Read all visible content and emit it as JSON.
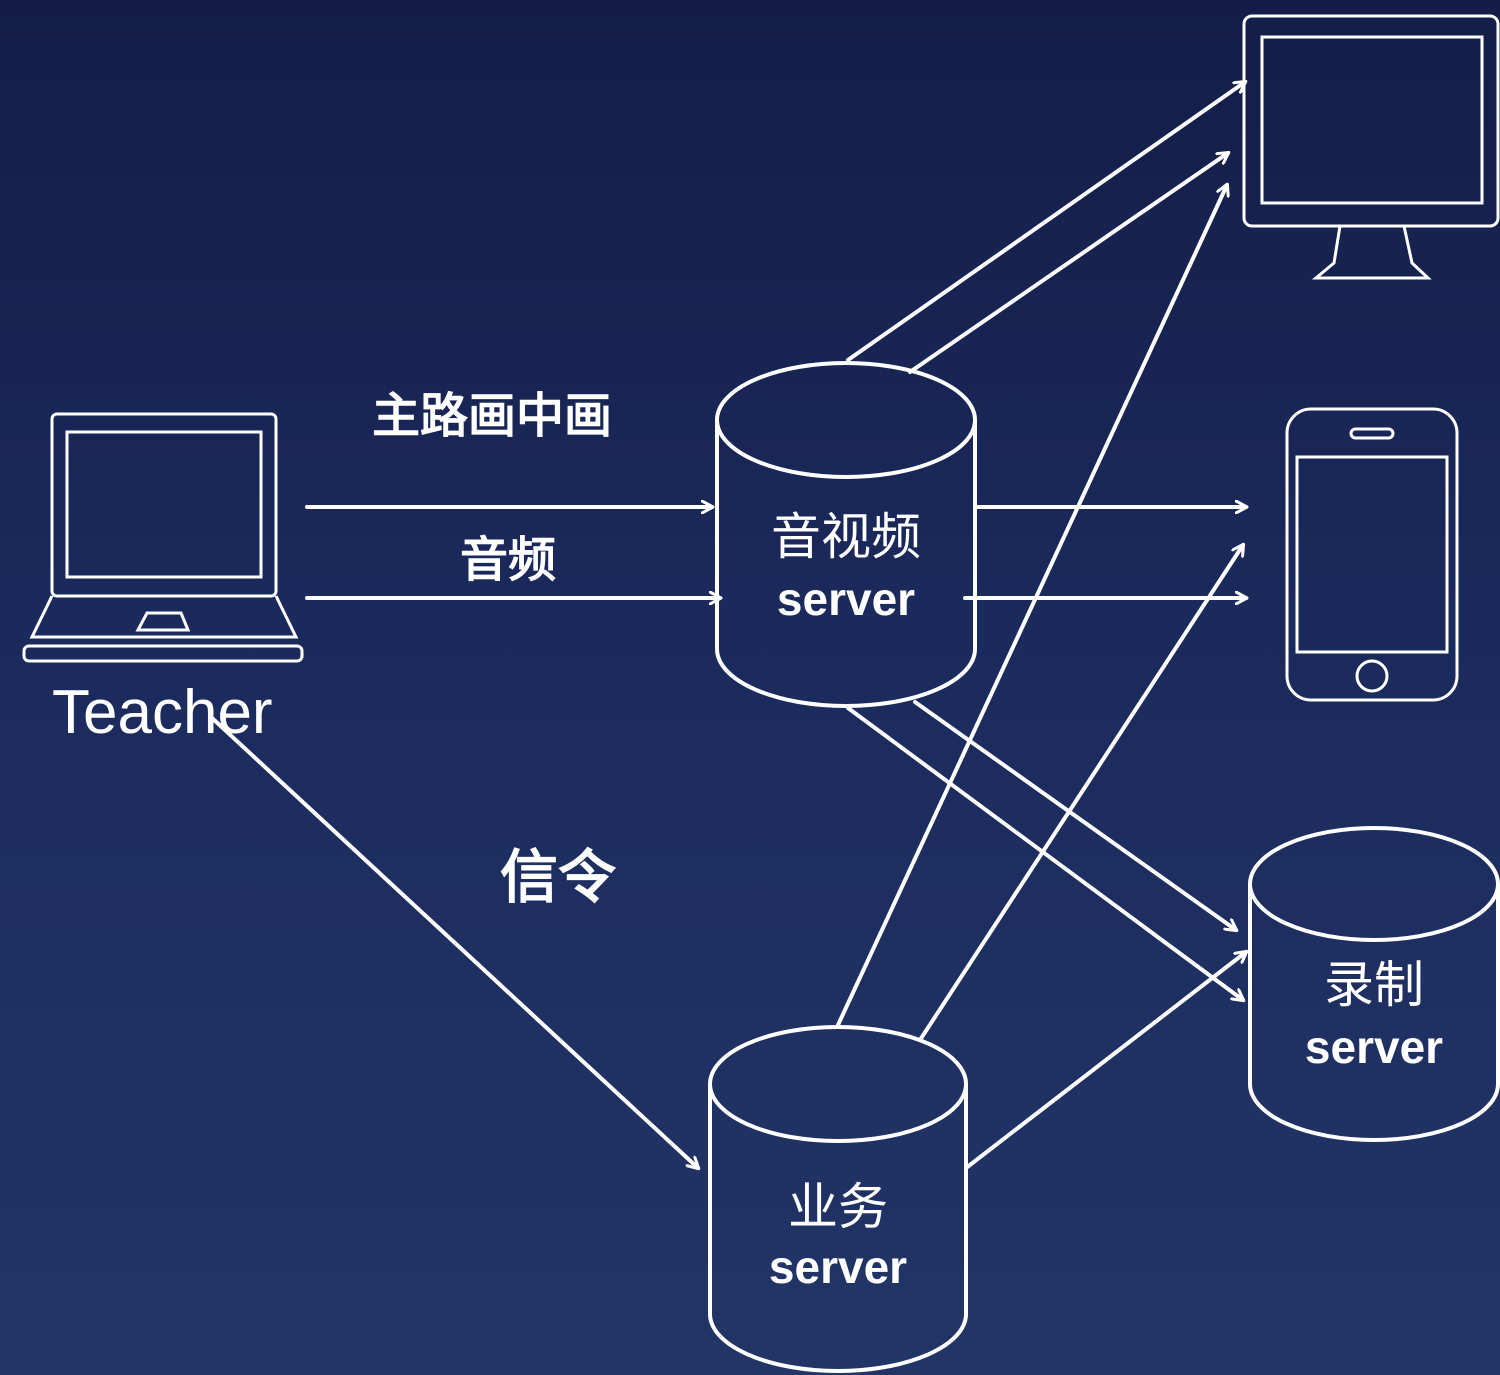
{
  "diagram": {
    "nodes": {
      "teacher": {
        "label": "Teacher"
      },
      "av_server": {
        "name": "音视频",
        "sub": "server"
      },
      "biz_server": {
        "name": "业务",
        "sub": "server"
      },
      "record_server": {
        "name": "录制",
        "sub": "server"
      },
      "desktop_client": {},
      "phone_client": {}
    },
    "edge_labels": {
      "main_pip": "主路画中画",
      "audio": "音频",
      "signaling": "信令"
    },
    "edges": [
      {
        "from": "teacher",
        "to": "av_server",
        "label": "main_pip"
      },
      {
        "from": "teacher",
        "to": "av_server",
        "label": "audio"
      },
      {
        "from": "teacher",
        "to": "biz_server",
        "label": "signaling"
      },
      {
        "from": "av_server",
        "to": "desktop_client"
      },
      {
        "from": "av_server",
        "to": "desktop_client"
      },
      {
        "from": "av_server",
        "to": "phone_client"
      },
      {
        "from": "av_server",
        "to": "phone_client"
      },
      {
        "from": "av_server",
        "to": "record_server"
      },
      {
        "from": "av_server",
        "to": "record_server"
      },
      {
        "from": "biz_server",
        "to": "desktop_client"
      },
      {
        "from": "biz_server",
        "to": "phone_client"
      },
      {
        "from": "biz_server",
        "to": "record_server"
      }
    ],
    "colors": {
      "background_top": "#131d48",
      "background_bottom": "#223567",
      "stroke": "#ffffff"
    }
  }
}
